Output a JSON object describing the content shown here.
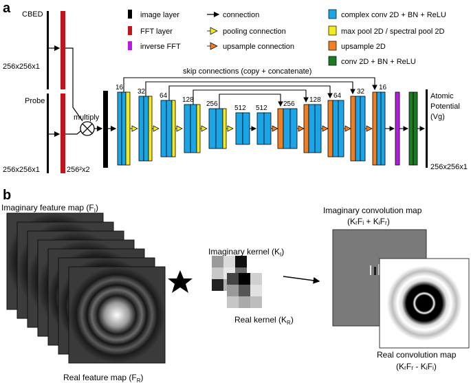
{
  "panel_a": {
    "label": "a",
    "cbed": "CBED",
    "probe": "Probe",
    "size_cbed": "256x256x1",
    "size_probe": "256x256x1",
    "size_combined": "256²x2",
    "size_output": "256x256x1",
    "multiply": "multiply",
    "output_line1": "Atomic",
    "output_line2": "Potential",
    "output_line3": "(Vg)",
    "skip_label": "skip connections (copy + concatenate)",
    "channels": [
      "16",
      "32",
      "64",
      "128",
      "256",
      "512",
      "512",
      "256",
      "128",
      "64",
      "32",
      "16"
    ],
    "legend": {
      "image_layer": "image layer",
      "fft_layer": "FFT layer",
      "inverse_fft": "inverse FFT",
      "connection": "connection",
      "pooling_connection": "pooling connection",
      "upsample_connection": "upsample connection",
      "complex_conv": "complex conv 2D + BN + ReLU",
      "max_pool": "max pool 2D / spectral pool 2D",
      "upsample": "upsample 2D",
      "conv2d": "conv 2D + BN + ReLU"
    }
  },
  "panel_b": {
    "label": "b",
    "imag_feature": "Imaginary feature map (F",
    "imag_feature_sub": "I",
    "real_feature": "Real feature map (F",
    "real_feature_sub": "R",
    "imag_kernel": "Imaginary kernel (K",
    "imag_kernel_sub": "I",
    "real_kernel": "Real kernel (K",
    "real_kernel_sub": "R",
    "imag_conv_title": "Imaginary convolution map",
    "imag_conv_formula": "(KᵣFᵢ + KᵢFᵣ)",
    "real_conv_title": "Real convolution map",
    "real_conv_formula": "(KᵣFᵣ - KᵢFᵢ)"
  },
  "colors": {
    "fft": "#c1141b",
    "inverse_fft": "#b41ce0",
    "complex_conv": "#1ba5e6",
    "pool": "#f4ea22",
    "upsample": "#f07e22",
    "conv2d": "#1c7a22"
  }
}
